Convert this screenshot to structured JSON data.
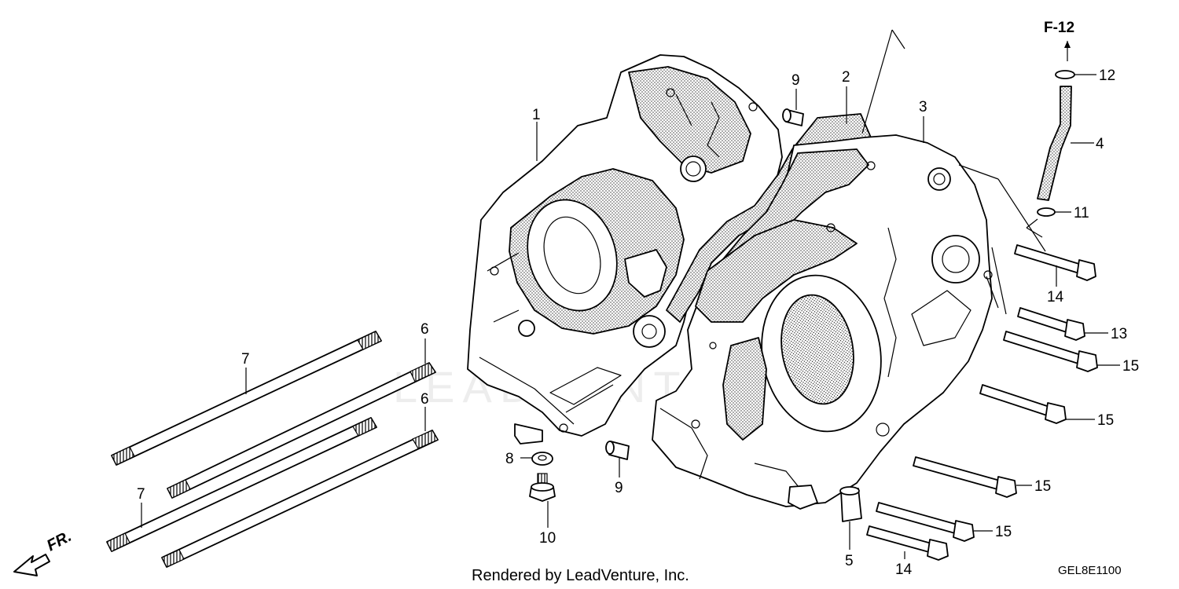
{
  "figure_ref": "F-12",
  "direction_label": "FR.",
  "watermark": "LEADVENTURE",
  "footer_credit": "Rendered by LeadVenture, Inc.",
  "diagram_code": "GEL8E1100",
  "callouts": {
    "c1": "1",
    "c2": "2",
    "c3": "3",
    "c4": "4",
    "c5": "5",
    "c6a": "6",
    "c6b": "6",
    "c7a": "7",
    "c7b": "7",
    "c8": "8",
    "c9a": "9",
    "c9b": "9",
    "c10": "10",
    "c11": "11",
    "c12": "12",
    "c13": "13",
    "c14a": "14",
    "c14b": "14",
    "c15a": "15",
    "c15b": "15",
    "c15c": "15",
    "c15d": "15"
  }
}
